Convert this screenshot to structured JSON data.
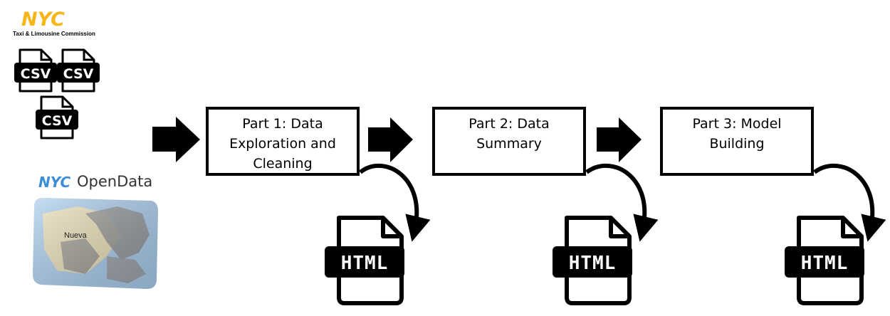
{
  "nyc_tlc_logo": {
    "mark": "NYC",
    "subtitle": "Taxi & Limousine Commission"
  },
  "csv_files": [
    {
      "label": "CSV"
    },
    {
      "label": "CSV"
    },
    {
      "label": "CSV"
    }
  ],
  "opendata_logo": {
    "mark": "NYC",
    "word": "OpenData"
  },
  "map_thumbnail": {
    "label": "Nueva"
  },
  "parts": [
    {
      "label": "Part 1: Data\nExploration and\nCleaning",
      "output": "HTML"
    },
    {
      "label": "Part 2: Data\nSummary",
      "output": "HTML"
    },
    {
      "label": "Part 3: Model\nBuilding",
      "output": "HTML"
    }
  ],
  "icons": [
    "right-arrow-icon",
    "curved-arrow-icon",
    "csv-file-icon",
    "html-file-icon"
  ]
}
